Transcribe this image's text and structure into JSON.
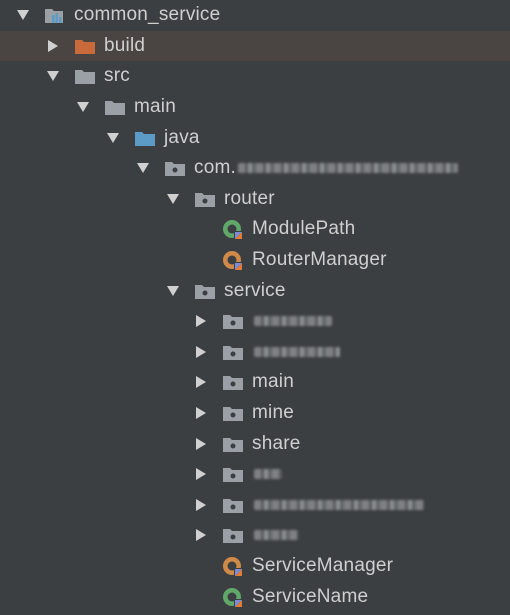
{
  "project_tree": {
    "project": {
      "label": "common_service"
    },
    "build": {
      "label": "build"
    },
    "src": {
      "label": "src"
    },
    "main": {
      "label": "main"
    },
    "java": {
      "label": "java"
    },
    "package": {
      "label": "com."
    },
    "router": {
      "label": "router",
      "children": [
        {
          "label": "ModulePath"
        },
        {
          "label": "RouterManager"
        }
      ]
    },
    "service": {
      "label": "service",
      "subfolders": [
        {
          "label": ""
        },
        {
          "label": ""
        },
        {
          "label": "main"
        },
        {
          "label": "mine"
        },
        {
          "label": "share"
        },
        {
          "label": ""
        },
        {
          "label": ""
        },
        {
          "label": ""
        }
      ],
      "classes": [
        {
          "label": "ServiceManager"
        },
        {
          "label": "ServiceName"
        }
      ]
    }
  },
  "colors": {
    "background": "#3c3f41",
    "highlight_row": "#4a4543",
    "folder_gray": "#9aa0a6",
    "folder_orange": "#c96a3a",
    "folder_blue": "#5c9bc8",
    "class_icon_green": "#5fa86a",
    "class_icon_orange": "#cf8a4a"
  },
  "icons": {
    "expanded": "triangle-down-icon",
    "collapsed": "triangle-right-icon",
    "module": "module-folder-icon",
    "folder": "folder-icon",
    "package": "package-folder-icon",
    "class": "kotlin-class-icon"
  }
}
